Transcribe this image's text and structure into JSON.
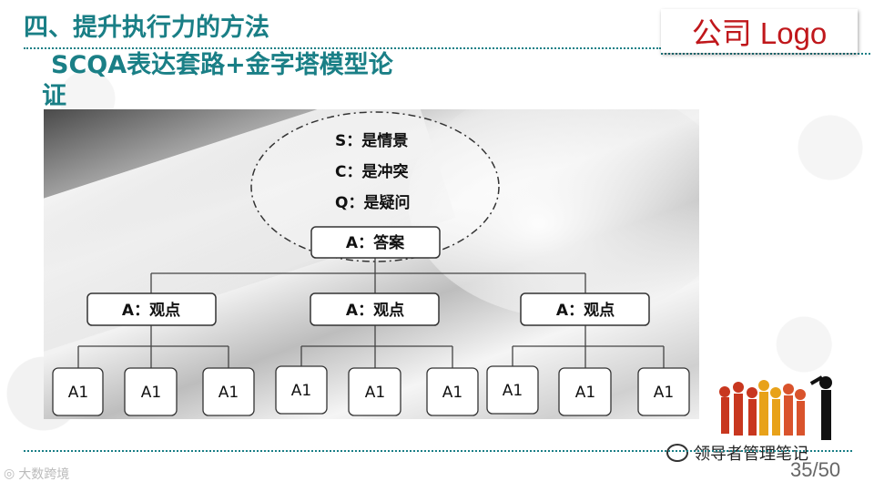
{
  "title": {
    "line1": "四、提升执行力的方法",
    "line2": "SCQA表达套路+金字塔模型论",
    "line3": "证"
  },
  "logo_text": "公司 Logo",
  "diagram": {
    "scq": [
      "S：是情景",
      "C：是冲突",
      "Q：是疑问"
    ],
    "answer": "A：答案",
    "points": [
      "A：观点",
      "A：观点",
      "A：观点"
    ],
    "leaves": [
      "A1",
      "A1",
      "A1",
      "A1",
      "A1",
      "A1",
      "A1",
      "A1",
      "A1"
    ]
  },
  "watermark": "领导者管理笔记",
  "page_number": "35/50",
  "bottom_left_text": "大数跨境",
  "colors": {
    "title": "#1a7f86",
    "logo": "#c0171b"
  }
}
